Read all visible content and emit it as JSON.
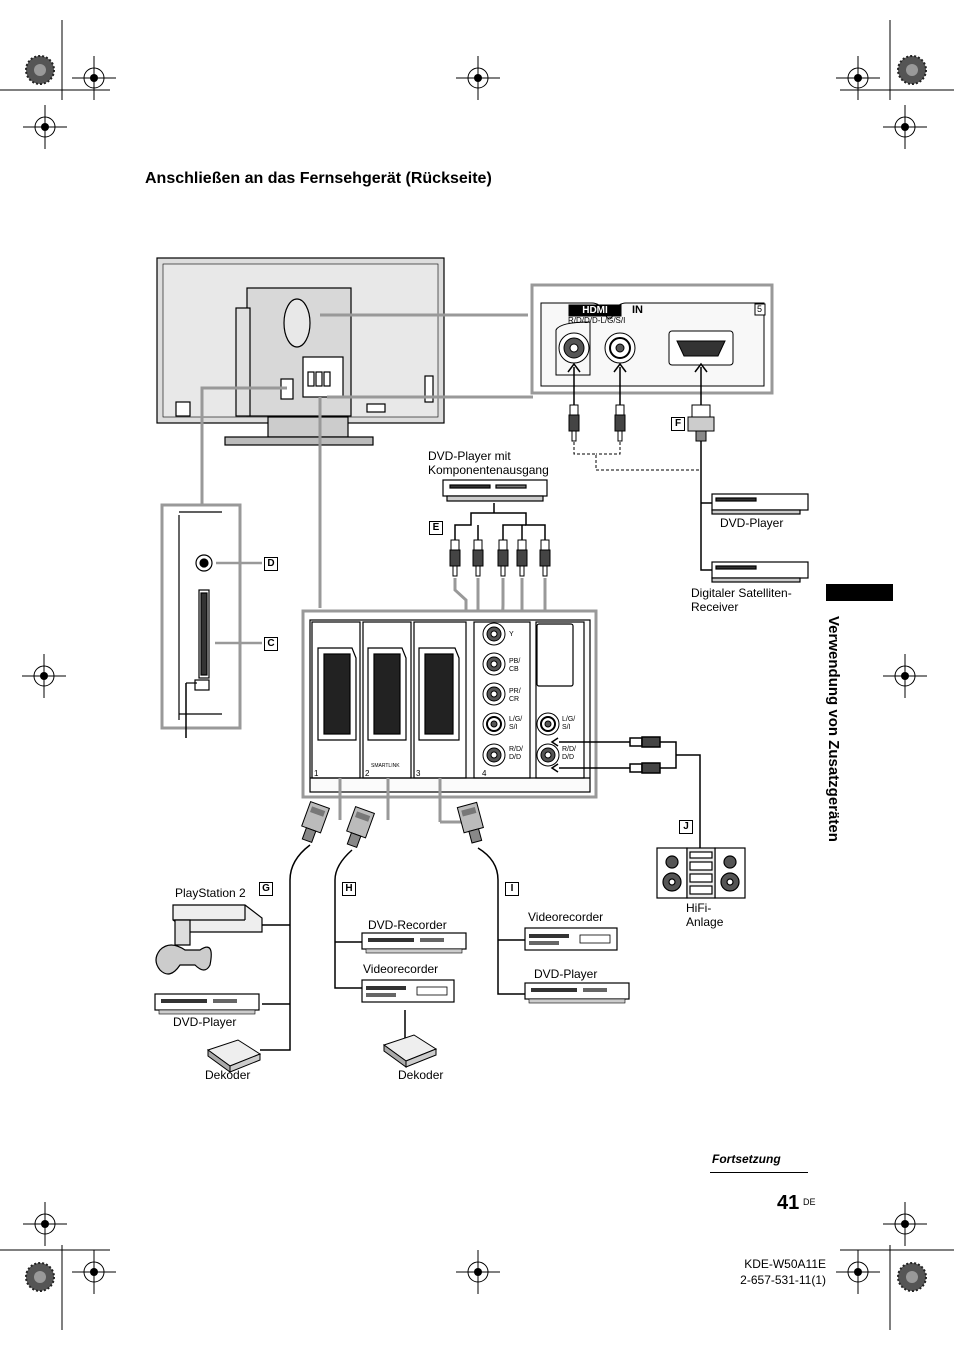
{
  "title": "Anschließen an das Fernsehgerät (Rückseite)",
  "side_tab": "Verwendung von Zusatzgeräten",
  "continuation": "Fortsetzung",
  "page_number": "41",
  "page_lang": "DE",
  "model": "KDE-W50A11E",
  "part_number": "2-657-531-11(1)",
  "badges": {
    "c": "C",
    "d": "D",
    "e": "E",
    "f": "F",
    "g": "G",
    "h": "H",
    "i": "I",
    "j": "J"
  },
  "hdmi_panel": {
    "logo": "HDMI",
    "in": "IN",
    "number": "5",
    "audio_label": "R/D/D/D-L/G/S/I"
  },
  "jack_labels": {
    "y": "Y",
    "pb": "PB/ CB",
    "pr": "PR/ CR",
    "lgsi": "L/G/ S/I",
    "rdd": "R/D/ D/D",
    "out_lgsi": "L/G/ S/I",
    "out_rdd": "R/D/ D/D",
    "smartlink": "SMARTLINK",
    "scart1": "1",
    "scart2": "2",
    "scart3": "3",
    "input4": "4"
  },
  "devices": {
    "dvd_component": "DVD-Player mit Komponentenausgang",
    "dvd_hdmi": "DVD-Player",
    "sat_receiver": "Digitaler Satelliten-Receiver",
    "ps2": "PlayStation 2",
    "dvd_g": "DVD-Player",
    "dekoder_g": "Dekoder",
    "dvd_recorder": "DVD-Recorder",
    "vcr_h": "Videorecorder",
    "dekoder_h": "Dekoder",
    "vcr_i": "Videorecorder",
    "dvd_i": "DVD-Player",
    "hifi": "HiFi-Anlage"
  }
}
